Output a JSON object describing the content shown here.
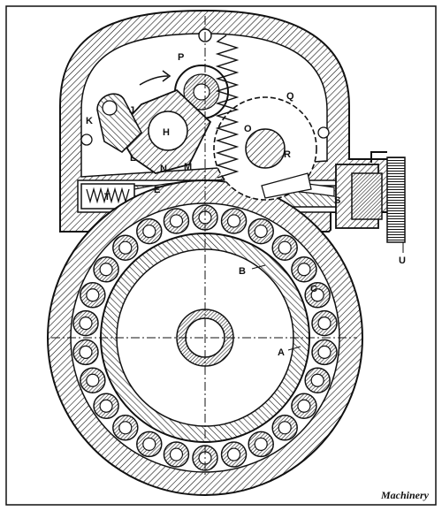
{
  "figure": {
    "credit": "Machinery",
    "labels": {
      "P": "P",
      "J": "J",
      "K": "K",
      "H": "H",
      "L": "L",
      "N": "N",
      "M": "M",
      "Q": "Q",
      "O": "O",
      "R": "R",
      "E": "E",
      "T": "T",
      "S": "S",
      "U": "U",
      "B": "B",
      "C": "C",
      "A": "A"
    }
  },
  "colors": {
    "ink": "#111111",
    "paper": "#ffffff"
  }
}
